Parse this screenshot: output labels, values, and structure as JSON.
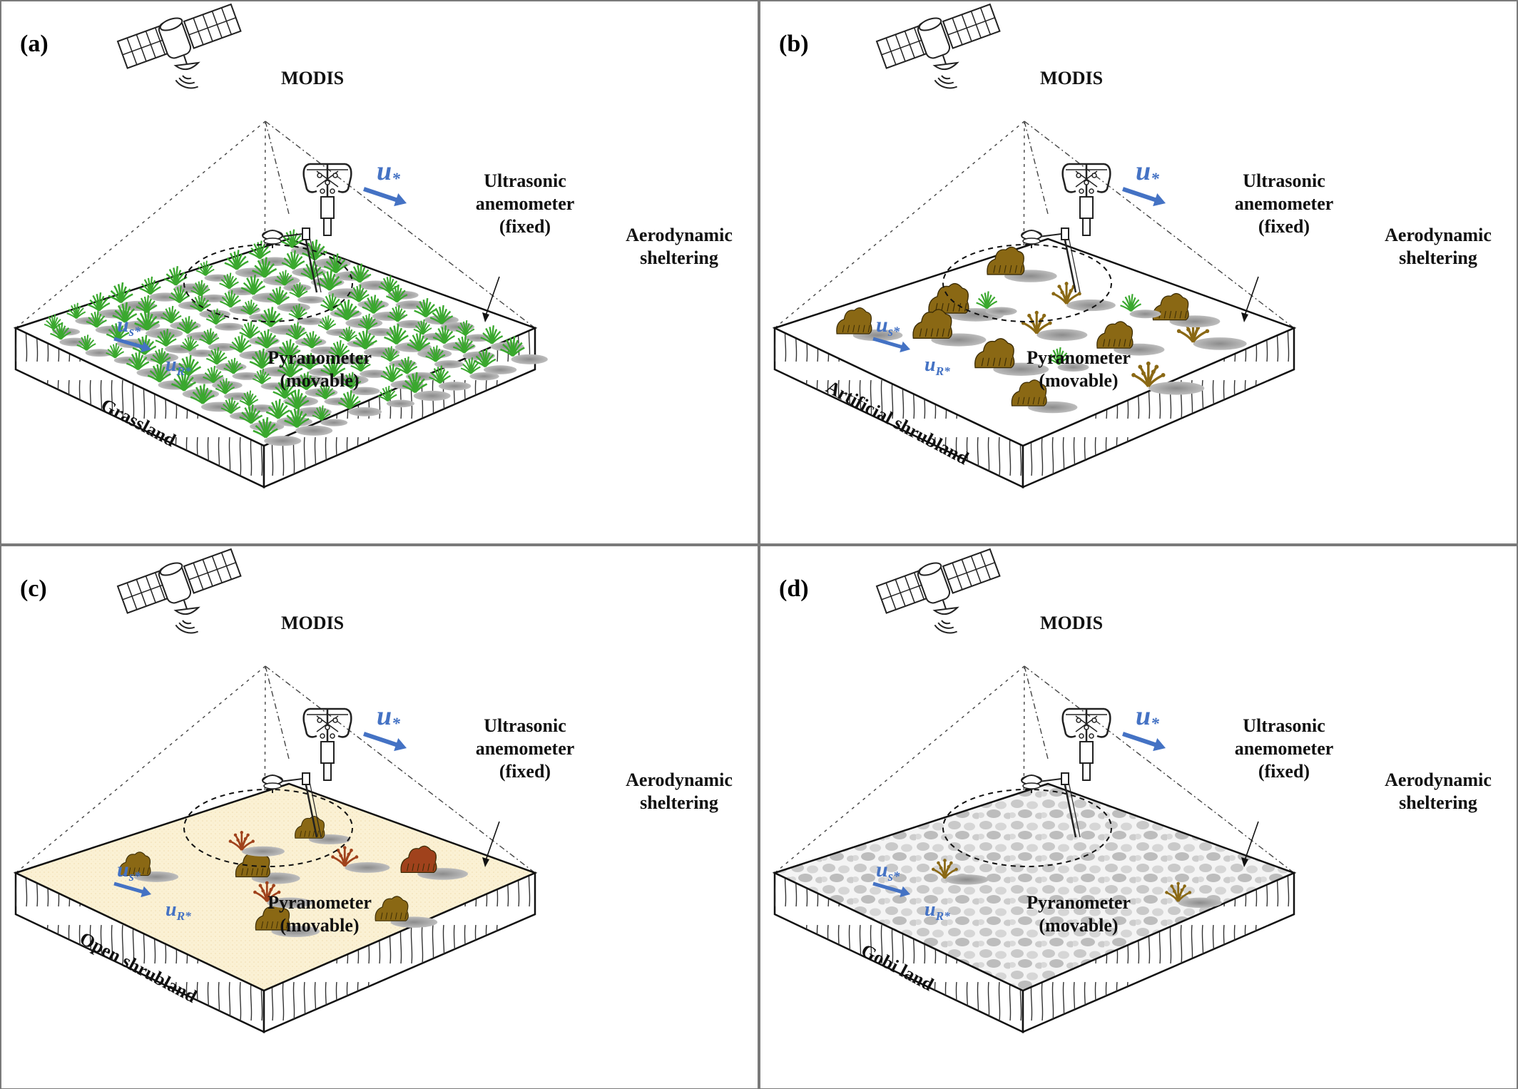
{
  "colors": {
    "wind_blue": "#4472c4",
    "grass_green": "#3aa82e",
    "shrub_brown": "#8a6814",
    "shrub_red": "#a0421c",
    "sand": "#fbf1d4",
    "gravel": "#d2d2d2"
  },
  "panels": [
    {
      "id": "a",
      "letter": "(a)",
      "satellite": "MODIS",
      "anemometer_lines": [
        "Ultrasonic",
        "anemometer",
        "(fixed)"
      ],
      "sheltering_lines": [
        "Aerodynamic",
        "sheltering"
      ],
      "pyranometer_lines": [
        "Pyranometer",
        "(movable)"
      ],
      "surface_label": "Grassland",
      "surface_type": "grassland",
      "wind_u": "u",
      "wind_us": "u",
      "wind_us_sub": "s*",
      "wind_ur": "u",
      "wind_ur_sub": "R*",
      "wind_star": "*"
    },
    {
      "id": "b",
      "letter": "(b)",
      "satellite": "MODIS",
      "anemometer_lines": [
        "Ultrasonic",
        "anemometer",
        "(fixed)"
      ],
      "sheltering_lines": [
        "Aerodynamic",
        "sheltering"
      ],
      "pyranometer_lines": [
        "Pyranometer",
        "(movable)"
      ],
      "surface_label": "Artificial shrubland",
      "surface_type": "artificial-shrubland",
      "wind_u": "u",
      "wind_us": "u",
      "wind_us_sub": "s*",
      "wind_ur": "u",
      "wind_ur_sub": "R*",
      "wind_star": "*"
    },
    {
      "id": "c",
      "letter": "(c)",
      "satellite": "MODIS",
      "anemometer_lines": [
        "Ultrasonic",
        "anemometer",
        "(fixed)"
      ],
      "sheltering_lines": [
        "Aerodynamic",
        "sheltering"
      ],
      "pyranometer_lines": [
        "Pyranometer",
        "(movable)"
      ],
      "surface_label": "Open shrubland",
      "surface_type": "open-shrubland",
      "wind_u": "u",
      "wind_us": "u",
      "wind_us_sub": "s*",
      "wind_ur": "u",
      "wind_ur_sub": "R*",
      "wind_star": "*"
    },
    {
      "id": "d",
      "letter": "(d)",
      "satellite": "MODIS",
      "anemometer_lines": [
        "Ultrasonic",
        "anemometer",
        "(fixed)"
      ],
      "sheltering_lines": [
        "Aerodynamic",
        "sheltering"
      ],
      "pyranometer_lines": [
        "Pyranometer",
        "(movable)"
      ],
      "surface_label": "Gobi land",
      "surface_type": "gobi",
      "wind_u": "u",
      "wind_us": "u",
      "wind_us_sub": "s*",
      "wind_ur": "u",
      "wind_ur_sub": "R*",
      "wind_star": "*"
    }
  ]
}
